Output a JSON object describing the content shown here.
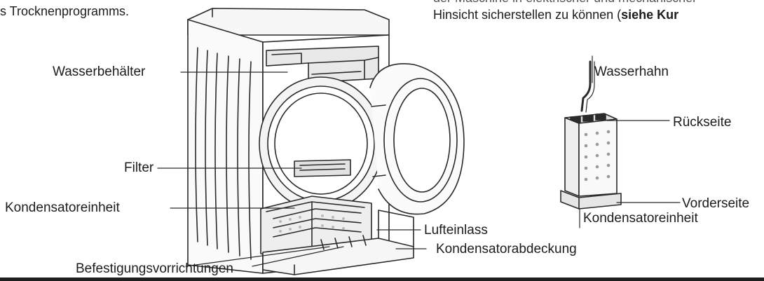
{
  "text_top_left": "s Trocknenprogramms.",
  "text_top_right_line1": "der Maschine in elektrischer und mechanischer",
  "text_top_right_line2_prefix": "Hinsicht sicherstellen zu können (",
  "text_top_right_line2_bold": "siehe Kur",
  "labels": {
    "wasserbehaelter": "Wasserbehälter",
    "filter": "Filter",
    "kondensatoreinheit_left": "Kondensatoreinheit",
    "lufteinlass": "Lufteinlass",
    "kondensatorabdeckung": "Kondensatorabdeckung",
    "befestigungsvorrichtungen": "Befestigungsvorrichtungen",
    "wasserhahn": "Wasserhahn",
    "rueckseite": "Rückseite",
    "vorderseite": "Vorderseite",
    "kondensatoreinheit_right": "Kondensatoreinheit"
  }
}
